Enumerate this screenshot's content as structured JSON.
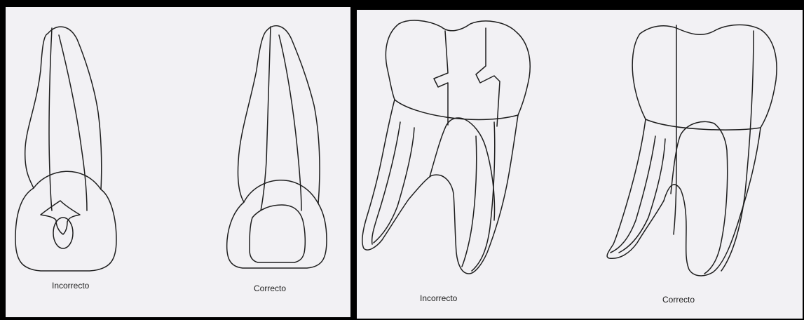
{
  "figure": {
    "left": {
      "incorrect_label": "Incorrecto",
      "correct_label": "Correcto"
    },
    "right": {
      "incorrect_label": "Incorrecto",
      "correct_label": "Correcto"
    }
  },
  "colors": {
    "background": "#000000",
    "paper": "#f2f1f4",
    "line": "#1e1e1e"
  }
}
